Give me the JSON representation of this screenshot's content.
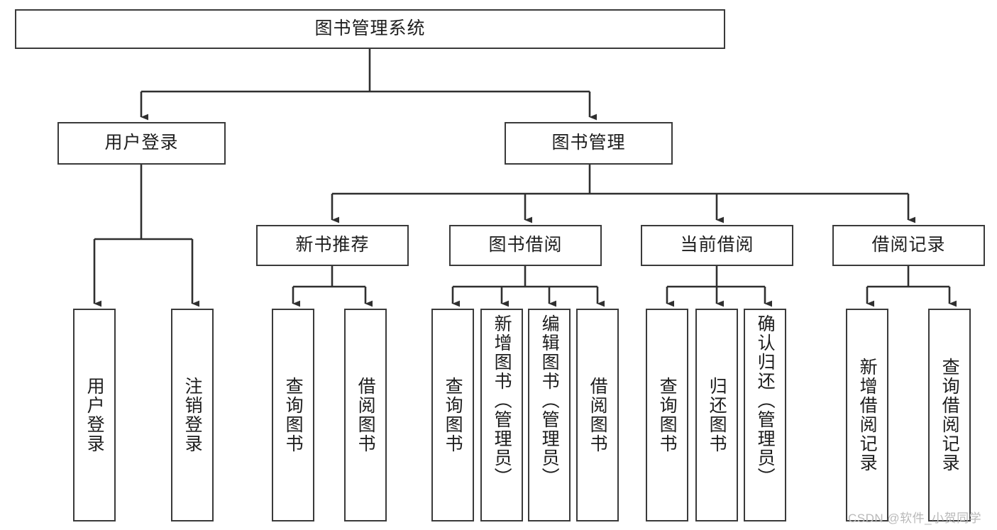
{
  "diagram": {
    "title": "图书管理系统",
    "type": "tree",
    "colors": {
      "box_border": "#3a3a3a",
      "box_fill": "#ffffff",
      "edge": "#2f2f2f",
      "text": "#1d1d1d",
      "watermark": "#b9b9b9",
      "background": "#ffffff"
    },
    "root": {
      "label": "图书管理系统"
    },
    "level2": [
      {
        "label": "用户登录"
      },
      {
        "label": "图书管理"
      }
    ],
    "level3": [
      {
        "label": "新书推荐"
      },
      {
        "label": "图书借阅"
      },
      {
        "label": "当前借阅"
      },
      {
        "label": "借阅记录"
      }
    ],
    "leaves": {
      "user_login": [
        {
          "label": "用户登录"
        },
        {
          "label": "注销登录"
        }
      ],
      "new_book_recommend": [
        {
          "label": "查询图书"
        },
        {
          "label": "借阅图书"
        }
      ],
      "book_borrow": [
        {
          "label": "查询图书"
        },
        {
          "label": "新增图书（管理员）"
        },
        {
          "label": "编辑图书（管理员）"
        },
        {
          "label": "借阅图书"
        }
      ],
      "current_borrow": [
        {
          "label": "查询图书"
        },
        {
          "label": "归还图书"
        },
        {
          "label": "确认归还（管理员）"
        }
      ],
      "borrow_record": [
        {
          "label": "新增借阅记录"
        },
        {
          "label": "查询借阅记录"
        }
      ]
    },
    "watermark": "CSDN @软件_小贺同学"
  }
}
